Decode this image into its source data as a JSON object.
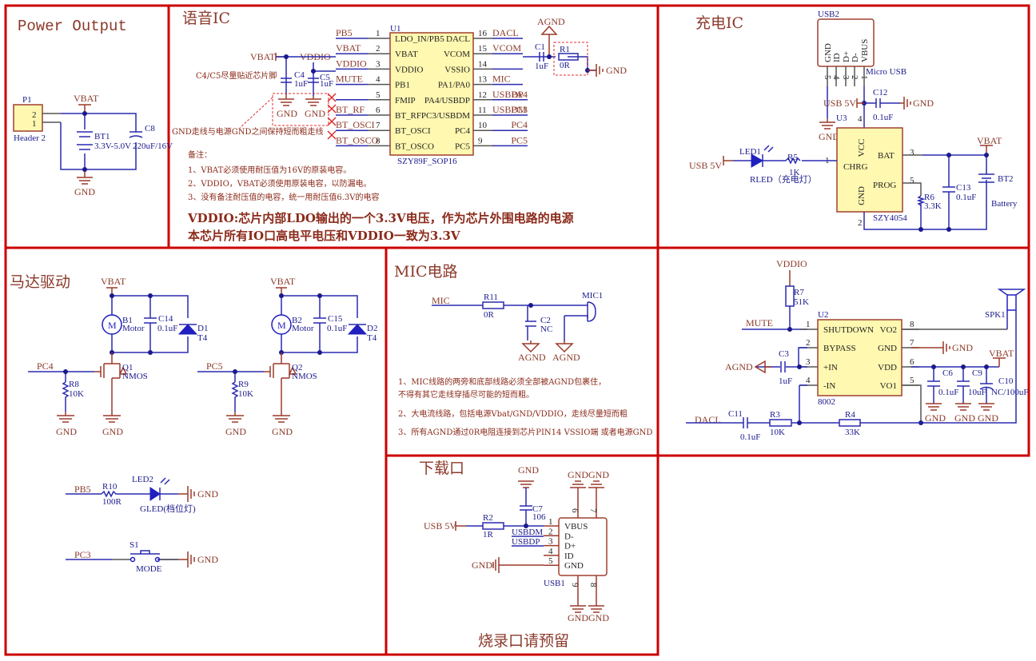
{
  "sections": {
    "power_output": {
      "title": "Power Output"
    },
    "voice_ic": {
      "title": "语音IC"
    },
    "charge_ic": {
      "title": "充电IC"
    },
    "motor_drive": {
      "title": "马达驱动"
    },
    "mic_circuit": {
      "title": "MIC电路"
    },
    "download_port": {
      "title": "下载口",
      "footer": "烧录口请预留"
    }
  },
  "power_output": {
    "header_ref": "P1",
    "header_name": "Header 2",
    "pin2": "2",
    "pin1": "1",
    "vbat": "VBAT",
    "gnd": "GND",
    "bt_ref": "BT1",
    "bt_value": "3.3V-5.0V",
    "cap_ref": "C8",
    "cap_value": "220uF/16V"
  },
  "voice_ic": {
    "chip_ref": "U1",
    "chip_part": "SZY89F_SOP16",
    "left_pins": [
      {
        "num": "1",
        "name": "LDO_IN/PB5",
        "net": "PB5"
      },
      {
        "num": "2",
        "name": "VBAT",
        "net": "VBAT"
      },
      {
        "num": "3",
        "name": "VDDIO",
        "net": "VDDIO"
      },
      {
        "num": "4",
        "name": "PB1",
        "net": "MUTE"
      },
      {
        "num": "5",
        "name": "FMIP",
        "net": ""
      },
      {
        "num": "6",
        "name": "BT_RF",
        "net": "BT_RF"
      },
      {
        "num": "7",
        "name": "BT_OSCI",
        "net": "BT_OSCI"
      },
      {
        "num": "8",
        "name": "BT_OSCO",
        "net": "BT_OSCO"
      }
    ],
    "right_pins": [
      {
        "num": "16",
        "name": "DACL",
        "net": "DACL",
        "net2": ""
      },
      {
        "num": "15",
        "name": "VCOM",
        "net": "VCOM",
        "net2": ""
      },
      {
        "num": "14",
        "name": "VSSIO",
        "net": "",
        "net2": ""
      },
      {
        "num": "13",
        "name": "PA1/PA0",
        "net": "MIC",
        "net2": ""
      },
      {
        "num": "12",
        "name": "PA4/USBDP",
        "net": "USBDP",
        "net2": "PA4"
      },
      {
        "num": "11",
        "name": "PC3/USBDM",
        "net": "USBDM",
        "net2": "PC3"
      },
      {
        "num": "10",
        "name": "PC4",
        "net": "",
        "net2": "PC4"
      },
      {
        "num": "9",
        "name": "PC5",
        "net": "",
        "net2": "PC5"
      }
    ],
    "vbat_port": "VBAT",
    "vddio_port": "VDDIO",
    "c4_ref": "C4",
    "c4_value": "1uF",
    "c5_ref": "C5",
    "c5_value": "1uF",
    "cap_note": "C4/C5尽量贴近芯片脚",
    "gnd_note": "GND走线与电源GND之间保持短而粗走线",
    "gnd": "GND",
    "agnd": "AGND",
    "c1_ref": "C1",
    "c1_value": "1uF",
    "r1_ref": "R1",
    "r1_value": "0R",
    "notes_heading": "备注：",
    "notes": [
      "1、VBAT必须使用耐压值为16V的原装电容。",
      "2、VDDIO，VBAT必须使用原装电容，以防漏电。",
      " 3、没有备注耐压值的电容，统一用耐压值6.3V的电容"
    ],
    "big_note_1": "VDDIO:芯片内部LDO输出的一个3.3V电压，作为芯片外围电路的电源",
    "big_note_2": "本芯片所有IO口高电平电压和VDDIO一致为3.3V"
  },
  "charge_ic": {
    "usb_ref": "USB2",
    "usb_name": "Micro USB",
    "usb_pins": [
      "GND",
      "ID",
      "D+",
      "D-",
      "VBUS"
    ],
    "usb_pin_nums": [
      "5",
      "4",
      "3",
      "2",
      "1"
    ],
    "usb5v": "USB 5V",
    "gnd": "GND",
    "c12_ref": "C12",
    "c12_value": "0.1uF",
    "chip_ref": "U3",
    "chip_part": "SZY4054",
    "chip_pins": {
      "vcc": "VCC",
      "chrg": "CHRG",
      "bat": "BAT",
      "prog": "PROG",
      "gnd": "GND"
    },
    "pin_nums": {
      "vcc": "4",
      "chrg": "1",
      "bat": "3",
      "prog": "5",
      "gnd": "2"
    },
    "led_ref": "LED1",
    "led_name": "RLED（充电灯）",
    "r5_ref": "R5",
    "r5_value": "1K",
    "r6_ref": "R6",
    "r6_value": "3.3K",
    "c13_ref": "C13",
    "c13_value": "0.1uF",
    "bt2_ref": "BT2",
    "bt2_value": "Battery",
    "vbat": "VBAT"
  },
  "motor_drive": {
    "channels": [
      {
        "vbat": "VBAT",
        "motor_ref": "B1",
        "motor_name": "Motor",
        "cap_ref": "C14",
        "cap_value": "0.1uF",
        "diode_ref": "D1",
        "diode_value": "T4",
        "input": "PC4",
        "res_ref": "R8",
        "res_value": "10K",
        "fet_ref": "Q1",
        "fet_type": "NMOS",
        "gnd": "GND"
      },
      {
        "vbat": "VBAT",
        "motor_ref": "B2",
        "motor_name": "Motor",
        "cap_ref": "C15",
        "cap_value": "0.1uF",
        "diode_ref": "D2",
        "diode_value": "T4",
        "input": "PC5",
        "res_ref": "R9",
        "res_value": "10K",
        "fet_ref": "Q2",
        "fet_type": "NMOS",
        "gnd": "GND"
      }
    ],
    "led": {
      "input": "PB5",
      "res_ref": "R10",
      "res_value": "100R",
      "led_ref": "LED2",
      "led_name": "GLED(档位灯)",
      "gnd": "GND"
    },
    "switch": {
      "input": "PC3",
      "sw_ref": "S1",
      "sw_name": "MODE",
      "gnd": "GND"
    }
  },
  "mic_circuit": {
    "input": "MIC",
    "r_ref": "R11",
    "r_value": "0R",
    "c_ref": "C2",
    "c_value": "NC",
    "mic_ref": "MIC1",
    "agnd": "AGND",
    "notes": [
      "1、MIC线路的两旁和底部线路必须全部被AGND包裹住，",
      "     不得有其它走线穿插尽可能的短而粗。",
      "2、大电流线路，包括电源Vbat/GND/VDDIO，走线尽量短而粗",
      "3、所有AGND通过0R电阻连接到芯片PIN14  VSSIO端 或者电源GND"
    ]
  },
  "amplifier": {
    "vddio": "VDDIO",
    "r7_ref": "R7",
    "r7_value": "51K",
    "mute": "MUTE",
    "chip_ref": "U2",
    "chip_part": "8002",
    "left_pins": [
      {
        "num": "1",
        "name": "SHUTDOWN"
      },
      {
        "num": "2",
        "name": "BYPASS"
      },
      {
        "num": "3",
        "name": "+IN"
      },
      {
        "num": "4",
        "name": "-IN"
      }
    ],
    "right_pins": [
      {
        "num": "8",
        "name": "VO2"
      },
      {
        "num": "7",
        "name": "GND"
      },
      {
        "num": "6",
        "name": "VDD"
      },
      {
        "num": "5",
        "name": "VO1"
      }
    ],
    "agnd": "AGND",
    "c3_ref": "C3",
    "c3_value": "1uF",
    "gnd": "GND",
    "vbat": "VBAT",
    "c6_ref": "C6",
    "c6_value": "0.1uF",
    "c9_ref": "C9",
    "c9_value": "10uF",
    "c10_ref": "C10",
    "c10_value": "NC/100uF",
    "spk_ref": "SPK1",
    "dacl": "DACL",
    "c11_ref": "C11",
    "c11_value": "0.1uF",
    "r3_ref": "R3",
    "r3_value": "10K",
    "r4_ref": "R4",
    "r4_value": "33K"
  },
  "download_port": {
    "gnd": "GND",
    "c7_ref": "C7",
    "c7_value": "106",
    "usb5v": "USB 5V",
    "r2_ref": "R2",
    "r2_value": "1R",
    "usbdm": "USBDM",
    "usbdp": "USBDP",
    "usb_ref": "USB1",
    "pins": [
      {
        "num": "1",
        "name": "VBUS"
      },
      {
        "num": "2",
        "name": "D-"
      },
      {
        "num": "3",
        "name": "D+"
      },
      {
        "num": "4",
        "name": "ID"
      },
      {
        "num": "5",
        "name": "GND"
      }
    ],
    "shield_pins": [
      "6",
      "7",
      "9",
      "8"
    ]
  }
}
